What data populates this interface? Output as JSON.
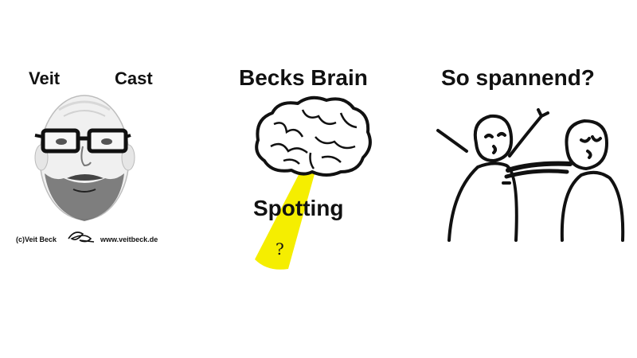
{
  "panels": {
    "veitcast": {
      "word_left": "Veit",
      "word_right": "Cast",
      "copyright": "(c)Veit Beck",
      "website": "www.veitbeck.de"
    },
    "becks_brain": {
      "title": "Becks Brain",
      "subtitle": "Spotting",
      "question_mark": "?"
    },
    "so_spannend": {
      "title": "So spannend?"
    }
  },
  "colors": {
    "spotlight_yellow": "#f5ee00",
    "ink": "#111111",
    "glasses": "#111111",
    "beard": "#5a5a5a"
  },
  "icons": {
    "portrait": "bald-man-glasses-beard-sketch",
    "brain": "brain-icon",
    "signature": "signature-scribble-icon",
    "stick_figures": "two-stick-figures-sketch"
  }
}
